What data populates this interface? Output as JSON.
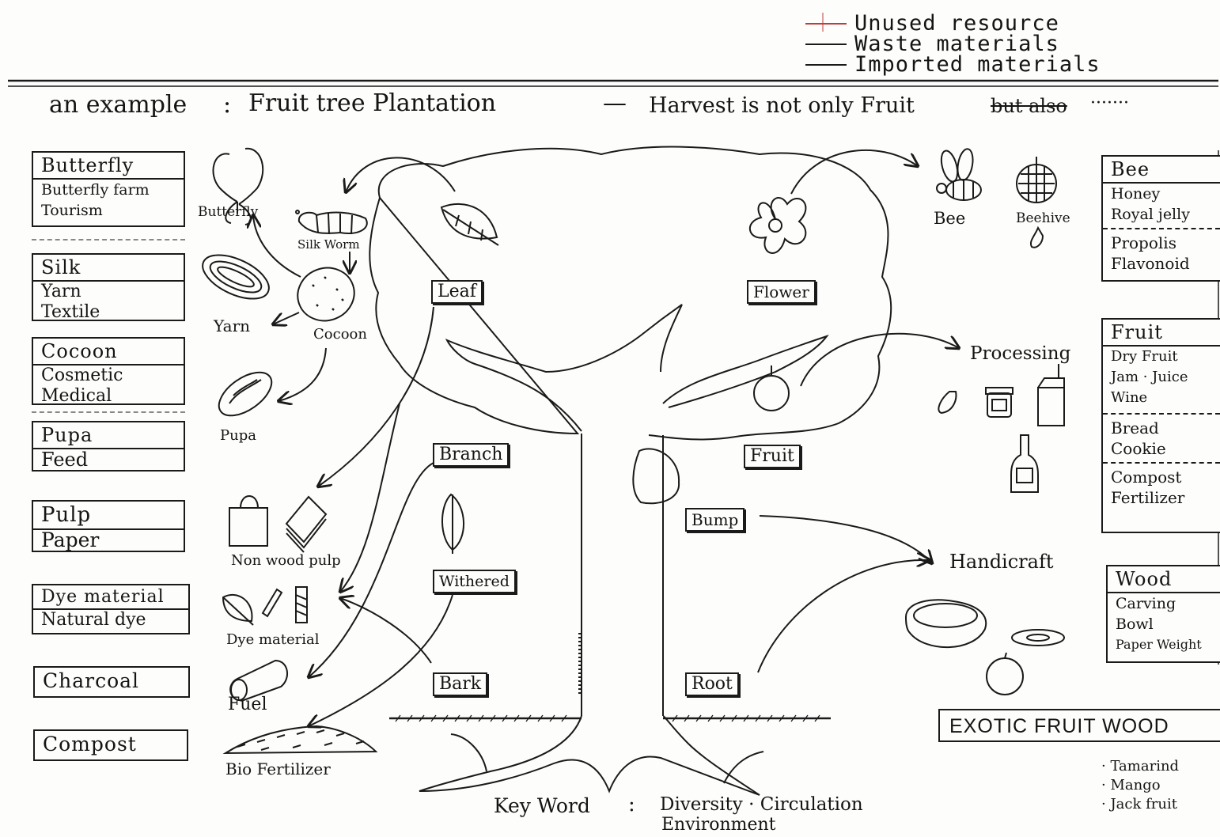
{
  "legend": [
    "Unused resource",
    "Waste materials",
    "Imported materials"
  ],
  "header": {
    "prefix": "an example",
    "title": "Fruit tree Plantation",
    "subtitle": "Harvest is not only Fruit",
    "struck": "but also",
    "ellipsis": "·······"
  },
  "left_boxes": [
    {
      "head": "Butterfly",
      "items": [
        "Butterfly farm",
        "Tourism"
      ]
    },
    {
      "head": "Silk",
      "items": [
        "Yarn",
        "Textile"
      ]
    },
    {
      "head": "Cocoon",
      "items": [
        "Cosmetic",
        "Medical"
      ]
    },
    {
      "head": "Pupa",
      "items": [
        "Feed"
      ]
    },
    {
      "head": "Pulp",
      "items": [
        "Paper"
      ]
    },
    {
      "head": "Dye material",
      "items": [
        "Natural dye"
      ]
    },
    {
      "head": "Charcoal",
      "items": []
    },
    {
      "head": "Compost",
      "items": []
    }
  ],
  "middle_labels": {
    "butterfly": "Butterfly",
    "silk_worm": "Silk Worm",
    "yarn": "Yarn",
    "cocoon": "Cocoon",
    "pupa": "Pupa",
    "non_wood_pulp": "Non wood pulp",
    "dye_material": "Dye material",
    "fuel": "Fuel",
    "bio_fertilizer": "Bio Fertilizer",
    "bee": "Bee",
    "beehive": "Beehive",
    "processing": "Processing",
    "handicraft": "Handicraft"
  },
  "tree_tags": {
    "leaf": "Leaf",
    "flower": "Flower",
    "branch": "Branch",
    "fruit": "Fruit",
    "withered": "Withered",
    "bump": "Bump",
    "bark": "Bark",
    "root": "Root"
  },
  "right_boxes": {
    "bee": {
      "head": "Bee",
      "items": [
        "Honey",
        "Royal jelly"
      ],
      "extra": [
        "Propolis",
        "Flavonoid"
      ]
    },
    "fruit": {
      "head": "Fruit",
      "items": [
        "Dry Fruit",
        "Jam · Juice",
        "Wine"
      ],
      "extra": [
        "Bread",
        "Cookie"
      ],
      "extra2": [
        "Compost",
        "Fertilizer"
      ]
    },
    "wood": {
      "head": "Wood",
      "items": [
        "Carving",
        "Bowl",
        "Paper Weight"
      ]
    }
  },
  "exotic": {
    "title": "EXOTIC FRUIT WOOD",
    "items": [
      "· Tamarind",
      "· Mango",
      "· Jack fruit"
    ]
  },
  "keyword": {
    "label": "Key Word",
    "line1": "Diversity · Circulation",
    "line2": "Environment"
  }
}
